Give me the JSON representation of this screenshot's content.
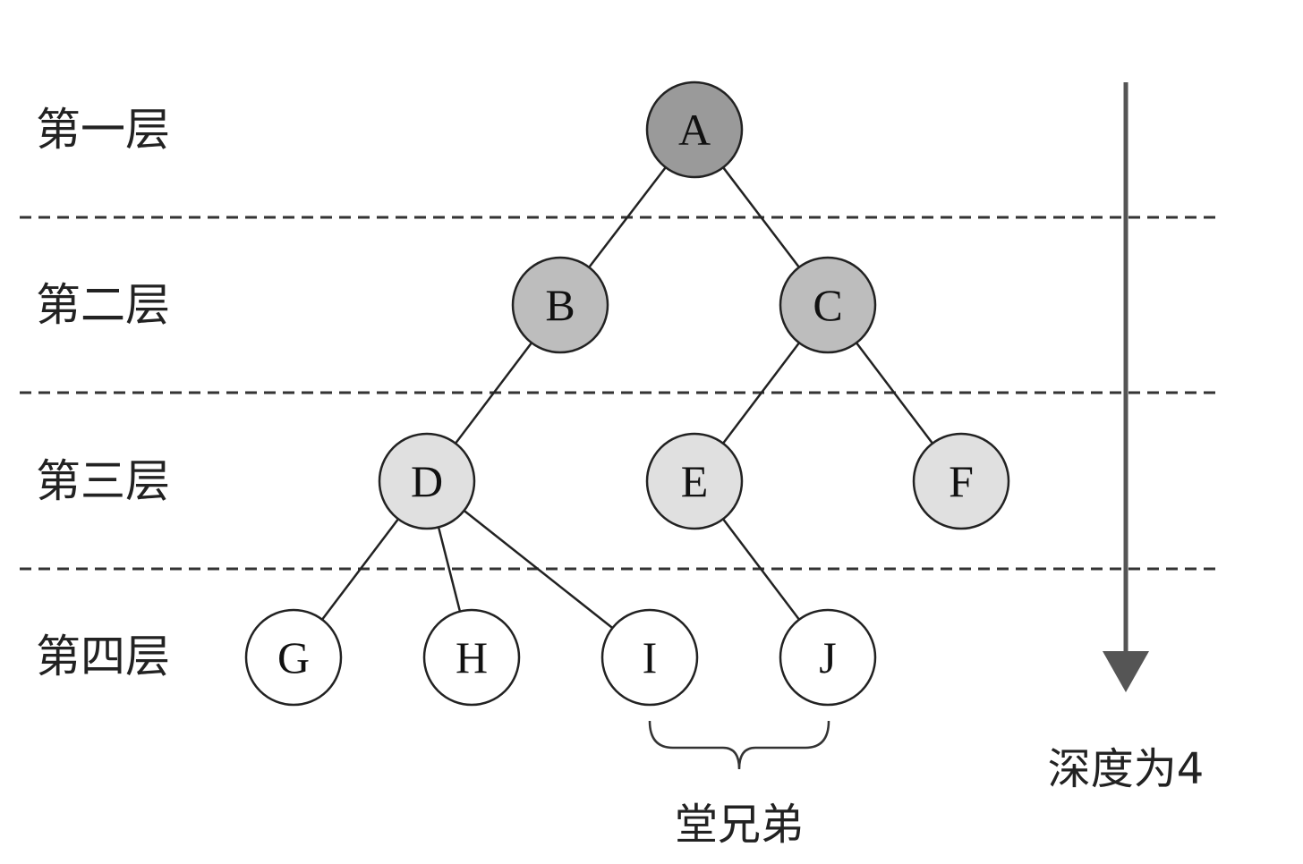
{
  "levels": [
    {
      "label": "第一层"
    },
    {
      "label": "第二层"
    },
    {
      "label": "第三层"
    },
    {
      "label": "第四层"
    }
  ],
  "nodes": [
    {
      "id": "A",
      "label": "A",
      "level": 1
    },
    {
      "id": "B",
      "label": "B",
      "level": 2
    },
    {
      "id": "C",
      "label": "C",
      "level": 2
    },
    {
      "id": "D",
      "label": "D",
      "level": 3
    },
    {
      "id": "E",
      "label": "E",
      "level": 3
    },
    {
      "id": "F",
      "label": "F",
      "level": 3
    },
    {
      "id": "G",
      "label": "G",
      "level": 4
    },
    {
      "id": "H",
      "label": "H",
      "level": 4
    },
    {
      "id": "I",
      "label": "I",
      "level": 4
    },
    {
      "id": "J",
      "label": "J",
      "level": 4
    }
  ],
  "edges": [
    {
      "from": "A",
      "to": "B"
    },
    {
      "from": "A",
      "to": "C"
    },
    {
      "from": "B",
      "to": "D"
    },
    {
      "from": "C",
      "to": "E"
    },
    {
      "from": "C",
      "to": "F"
    },
    {
      "from": "D",
      "to": "G"
    },
    {
      "from": "D",
      "to": "H"
    },
    {
      "from": "D",
      "to": "I"
    },
    {
      "from": "E",
      "to": "J"
    }
  ],
  "level_colors": {
    "1": "#9a9a9a",
    "2": "#bdbdbd",
    "3": "#e0e0e0",
    "4": "#ffffff"
  },
  "annotations": {
    "cousins_label": "堂兄弟",
    "cousins_nodes": [
      "I",
      "J"
    ],
    "depth_label": "深度为4"
  }
}
